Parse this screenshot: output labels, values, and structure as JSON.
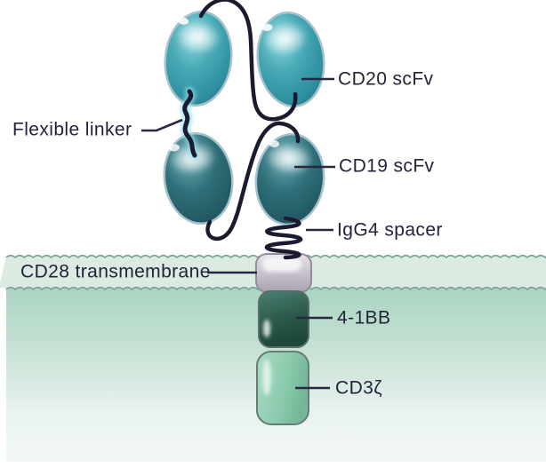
{
  "labels": {
    "cd20_scfv": "CD20 scFv",
    "flexible_linker": "Flexible linker",
    "cd19_scfv": "CD19 scFv",
    "igg4_spacer": "IgG4 spacer",
    "cd28_transmembrane": "CD28 transmembrane",
    "four_1bb": "4-1BB",
    "cd3_zeta": "CD3ζ"
  },
  "colors": {
    "chain_line": "#1b1b30",
    "leader_line": "#27273f",
    "label_text": "#23233b",
    "membrane_fill": "#dcebe1",
    "membrane_edge": "#7fa099",
    "intracellular_top": "#a9d4c1",
    "intracellular_bottom": "#f3f8f6",
    "cd20_domain": "#2f98a7",
    "cd19_domain": "#27656f",
    "cd28_box": "#c4bfcb",
    "four_1bb_box": "#2c5a4c",
    "cd3_zeta_box": "#8ccbaf",
    "linker_glow": "#8fdcec"
  }
}
